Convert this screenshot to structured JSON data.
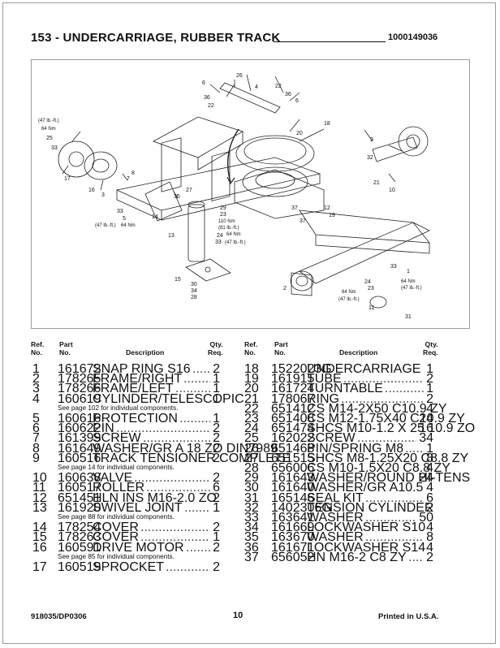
{
  "header": {
    "title": "153 - UNDERCARRIAGE, RUBBER TRACK",
    "part_number": "1000149036"
  },
  "diagram": {
    "callouts": [
      "1",
      "2",
      "3",
      "4",
      "5",
      "6",
      "7",
      "8",
      "9",
      "10",
      "11",
      "12",
      "13",
      "14",
      "15",
      "16",
      "17",
      "18",
      "19",
      "20",
      "21",
      "22",
      "23",
      "24",
      "25",
      "26",
      "27",
      "28",
      "29",
      "30",
      "31",
      "32",
      "33",
      "34",
      "35",
      "36",
      "37"
    ],
    "torque_notes": {
      "t1_lbft": "(47 lb.-ft.)",
      "t1_nm": "64 Nm",
      "t2_lbft": "(47 lb.-ft.)",
      "t2_nm": "64 Nm",
      "t3_nm": "110 Nm",
      "t3_lbft": "(81 lb.-ft.)",
      "t4_nm": "64 Nm",
      "t4_lbft": "(47 lb.-ft.)",
      "t5_nm": "64 Nm",
      "t5_lbft": "(47 lb.-ft.)",
      "t6_nm": "64 Nm",
      "t6_lbft": "(47 lb.-ft.)"
    }
  },
  "table": {
    "headers": {
      "ref_1": "Ref.",
      "ref_2": "No.",
      "part_1": "Part",
      "part_2": "No.",
      "desc": "Description",
      "qty_1": "Qty.",
      "qty_2": "Req."
    },
    "left": [
      {
        "ref": "1",
        "part": "161672",
        "desc": "SNAP RING S16",
        "qty": "2"
      },
      {
        "ref": "2",
        "part": "178265",
        "desc": "FRAME/RIGHT",
        "qty": "1"
      },
      {
        "ref": "3",
        "part": "178266",
        "desc": "FRAME/LEFT",
        "qty": "1"
      },
      {
        "ref": "4",
        "part": "160619",
        "desc": "CYLINDER/TELESCOPIC",
        "qty": "1",
        "note": "See page 102 for individual components."
      },
      {
        "ref": "5",
        "part": "160616",
        "desc": "PROTECTION",
        "qty": "1"
      },
      {
        "ref": "6",
        "part": "160622",
        "desc": "PIN",
        "qty": "2"
      },
      {
        "ref": "7",
        "part": "161399",
        "desc": "SCREW",
        "qty": "2"
      },
      {
        "ref": "8",
        "part": "161649",
        "desc": "WASHER/GR A 18 ZO DIN7989",
        "qty": "2"
      },
      {
        "ref": "9",
        "part": "160516",
        "desc": "TRACK TENSIONER COMPLETE",
        "qty": "2",
        "note": "See page 14 for individual components."
      },
      {
        "ref": "10",
        "part": "160638",
        "desc": "VALVE",
        "qty": "2"
      },
      {
        "ref": "11",
        "part": "160517",
        "desc": "ROLLER",
        "qty": "6"
      },
      {
        "ref": "12",
        "part": "651451",
        "desc": "HLN INS M16-2.0 ZO",
        "qty": "2"
      },
      {
        "ref": "13",
        "part": "161920",
        "desc": "SWIVEL JOINT",
        "qty": "1",
        "note": "See page 88 for individual components."
      },
      {
        "ref": "14",
        "part": "178254",
        "desc": "COVER",
        "qty": "2"
      },
      {
        "ref": "15",
        "part": "178263",
        "desc": "COVER",
        "qty": "1"
      },
      {
        "ref": "16",
        "part": "160591",
        "desc": "DRIVE MOTOR",
        "qty": "2",
        "note": "See page 85 for individual components."
      },
      {
        "ref": "17",
        "part": "160519",
        "desc": "SPROCKET",
        "qty": "2"
      }
    ],
    "right": [
      {
        "ref": "18",
        "part": "1522023G",
        "desc": "UNDERCARRIAGE",
        "qty": "1"
      },
      {
        "ref": "19",
        "part": "161915",
        "desc": "TUBE",
        "qty": "2"
      },
      {
        "ref": "20",
        "part": "161724",
        "desc": "TURNTABLE",
        "qty": "1"
      },
      {
        "ref": "21",
        "part": "178067",
        "desc": "RING",
        "qty": "2"
      },
      {
        "ref": "22",
        "part": "651412",
        "desc": "CS M14-2X50 C10.9 ZY",
        "qty": "4"
      },
      {
        "ref": "23",
        "part": "651408",
        "desc": "CS M12-1.75X40 C10.9 ZY",
        "qty": "24"
      },
      {
        "ref": "24",
        "part": "651474",
        "desc": "SHCS M10-1.2 X 25 10.9 ZO",
        "qty": "16"
      },
      {
        "ref": "25",
        "part": "162022",
        "desc": "SCREW",
        "qty": "34"
      },
      {
        "ref": "26",
        "part": "651468",
        "desc": "PIN/SPRING M8",
        "qty": "1"
      },
      {
        "ref": "27",
        "part": "651515",
        "desc": "SHCS M8-1.25X20 C8.8 ZY",
        "qty": "8"
      },
      {
        "ref": "28",
        "part": "656006",
        "desc": "CS M10-1.5X20 C8.8 ZY",
        "qty": "4"
      },
      {
        "ref": "29",
        "part": "161643",
        "desc": "WASHER/ROUND HI-TENS",
        "qty": "24"
      },
      {
        "ref": "30",
        "part": "161640",
        "desc": "WASHER/GR A10.5",
        "qty": "4"
      },
      {
        "ref": "31",
        "part": "165146",
        "desc": "SEAL KIT",
        "qty": "6"
      },
      {
        "ref": "32",
        "part": "1402306G",
        "desc": "TENSION CYLINDER",
        "qty": "2"
      },
      {
        "ref": "33",
        "part": "163641",
        "desc": "WASHER",
        "qty": "50"
      },
      {
        "ref": "34",
        "part": "161669",
        "desc": "LOCKWASHER S10",
        "qty": "4"
      },
      {
        "ref": "35",
        "part": "163670",
        "desc": "WASHER",
        "qty": "8"
      },
      {
        "ref": "36",
        "part": "161671",
        "desc": "LOCKWASHER S14",
        "qty": "4"
      },
      {
        "ref": "37",
        "part": "656052",
        "desc": "HN M16-2 C8 ZY",
        "qty": "2"
      }
    ]
  },
  "footer": {
    "doc_id": "918035/DP0306",
    "page": "10",
    "printed": "Printed in U.S.A."
  }
}
